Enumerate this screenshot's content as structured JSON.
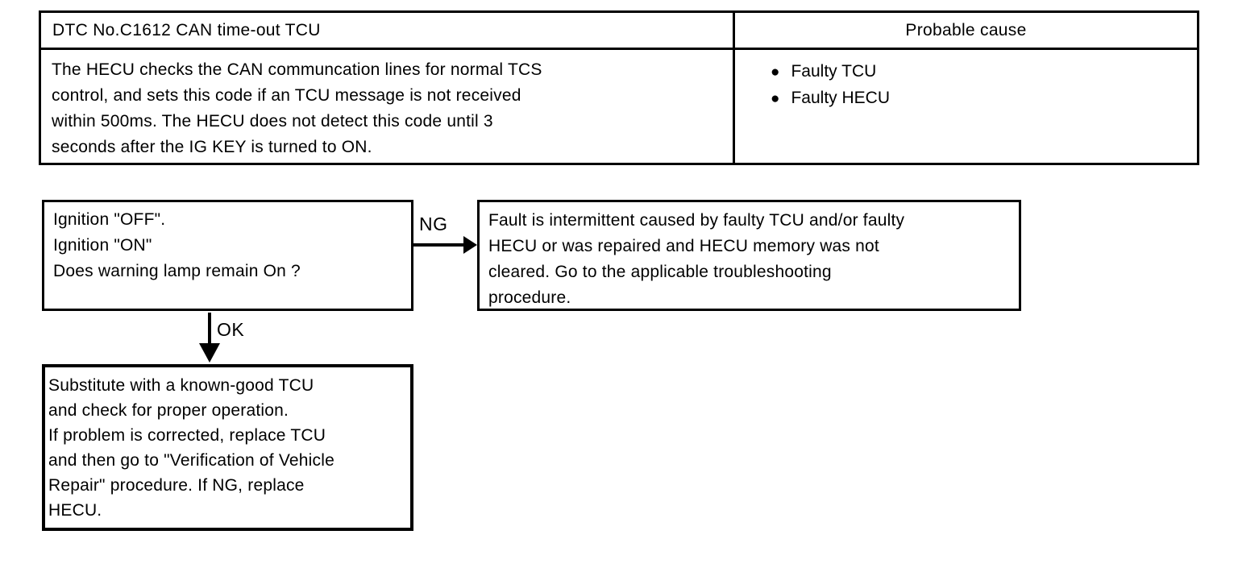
{
  "dtc_table": {
    "title": "DTC No.C1612 CAN time-out TCU",
    "probable_cause_header": "Probable cause",
    "description": "The HECU checks the CAN communcation lines for normal TCS\ncontrol, and sets this code if an TCU message is not received\nwithin 500ms.  The HECU does not detect this code until 3\nseconds after the IG KEY is turned to ON.",
    "causes": [
      {
        "label": "Faulty TCU"
      },
      {
        "label": "Faulty HECU"
      }
    ]
  },
  "flowchart": {
    "check_box": {
      "text": "Ignition \"OFF\".\nIgnition \"ON\"\nDoes warning lamp remain On ?"
    },
    "ng_label": "NG",
    "ng_result_box": {
      "text": "Fault is intermittent caused by faulty TCU and/or faulty\nHECU or was repaired and HECU memory was not\ncleared. Go to the applicable troubleshooting\nprocedure."
    },
    "ok_label": "OK",
    "ok_result_box": {
      "text": "Substitute with a known-good TCU\nand check for proper operation.\nIf problem is corrected, replace TCU\nand then go to \"Verification of Vehicle\nRepair\" procedure. If NG, replace\nHECU."
    }
  }
}
